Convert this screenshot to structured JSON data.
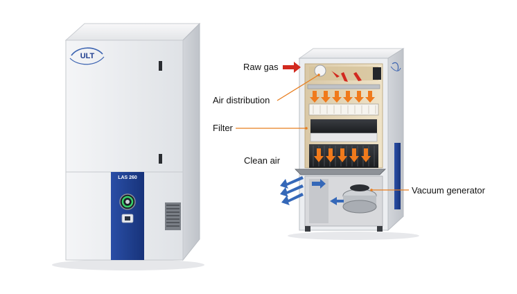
{
  "product": {
    "brand": "ULT",
    "model": "LAS 260"
  },
  "callouts": {
    "raw_gas": "Raw gas",
    "air_distribution": "Air distribution",
    "filter": "Filter",
    "clean_air": "Clean air",
    "vacuum_generator": "Vacuum generator"
  },
  "colors": {
    "cabinet": "#e9ebee",
    "accent_panel": "#1f3e8f",
    "leader_line": "#e87d1e",
    "raw_gas_arrow": "#d22a1f",
    "flow_arrow": "#f07a1c",
    "clean_air_arrow": "#3568b8",
    "interior": "#dfcfae"
  },
  "icons": {
    "status": "green-ring-indicator-icon",
    "logo": "ult-logo-icon"
  }
}
